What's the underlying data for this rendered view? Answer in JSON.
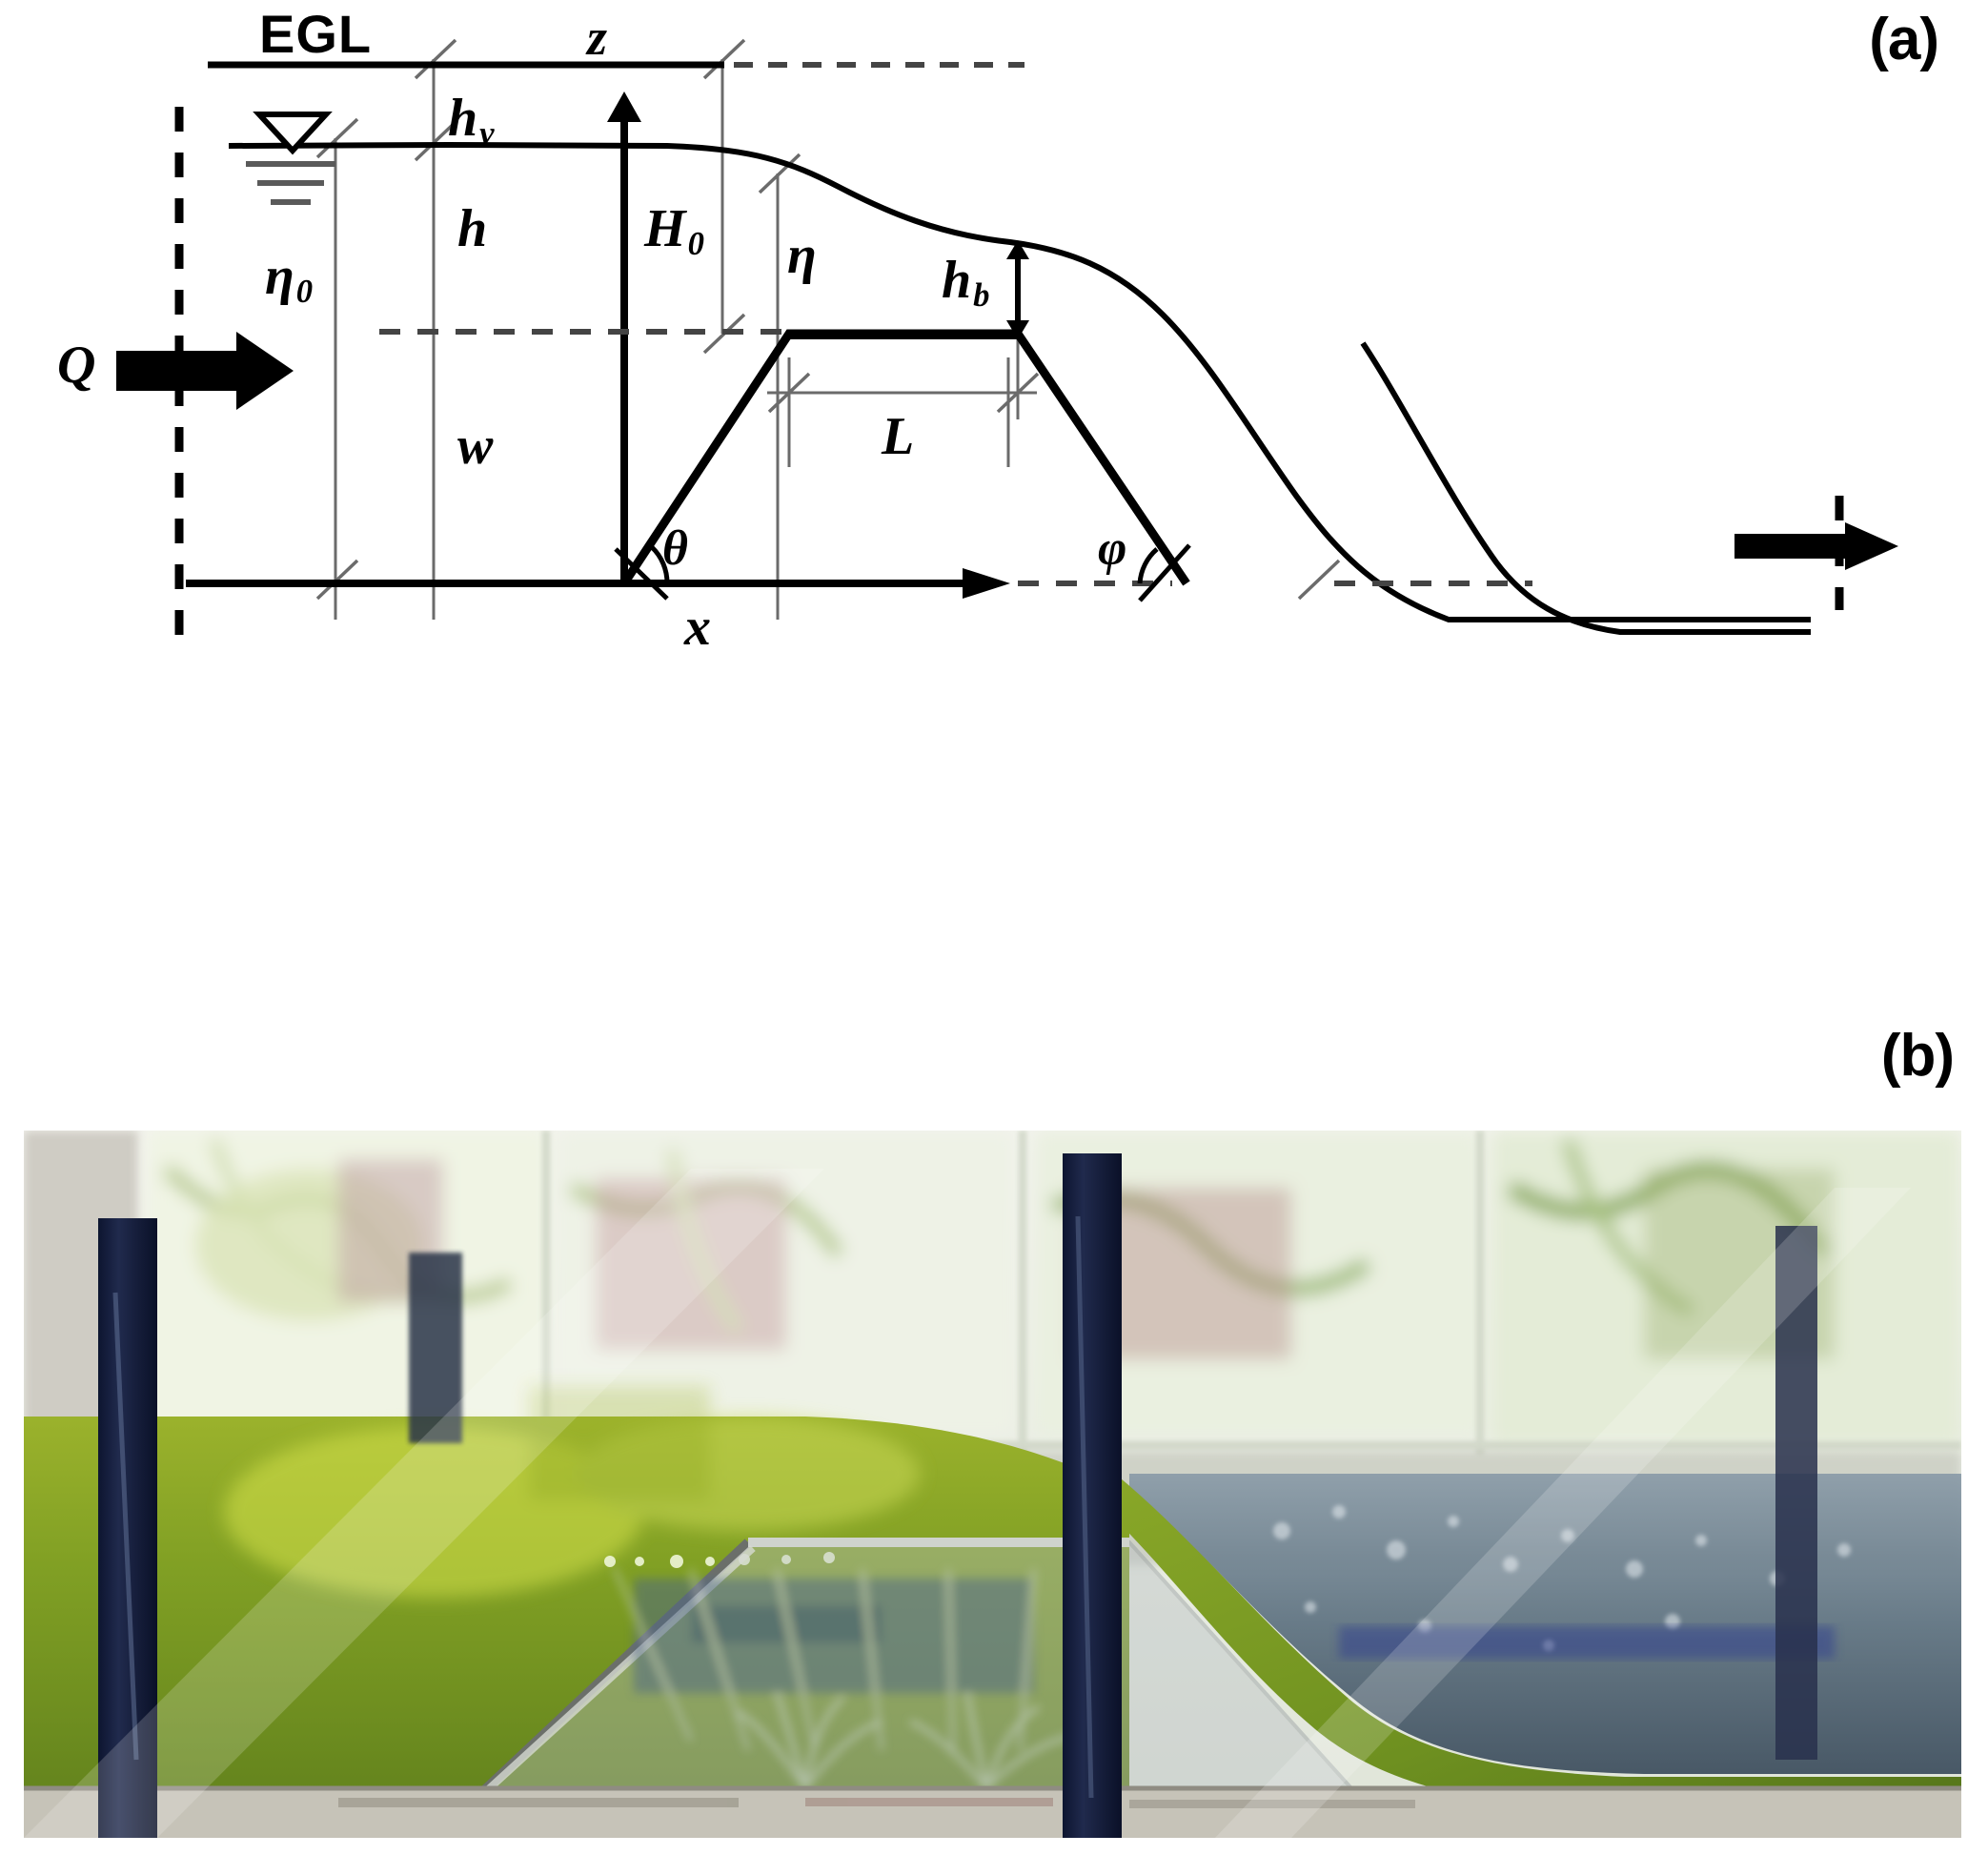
{
  "figure": {
    "panels": [
      {
        "id": "a",
        "label": "(a)",
        "type": "schematic"
      },
      {
        "id": "b",
        "label": "(b)",
        "type": "photograph"
      }
    ]
  },
  "schematic": {
    "labels": {
      "energy_grade_line": "EGL",
      "vertical_axis": "z",
      "horizontal_axis": "x",
      "velocity_head": "h",
      "velocity_head_sub": "v",
      "flow_depth": "h",
      "upstream_water_level": "η",
      "upstream_water_level_sub": "0",
      "total_head": "H",
      "total_head_sub": "0",
      "head_over_crest": "η",
      "brink_depth": "h",
      "brink_depth_sub": "b",
      "weir_height": "w",
      "crest_length": "L",
      "discharge": "Q",
      "upstream_slope_angle": "θ",
      "downstream_slope_angle": "φ"
    },
    "elements": {
      "inflow_arrow": "flow-arrow-right",
      "outflow_arrow": "flow-arrow-right",
      "water_surface_symbol": "inverted-triangle-water-level",
      "weir_shape": "trapezoidal-broad-crested-weir",
      "egl_line_style": "solid-then-dashed",
      "datum_line_style": "dashed",
      "dimension_ticks": "slash-ticks"
    },
    "colors": {
      "line": "#000000",
      "dimension_line": "#6b6b6b",
      "background": "#ffffff"
    }
  },
  "photograph": {
    "description": "Laboratory flume experiment: green dyed water flowing over a trapezoidal broad-crested weir viewed through the glass side wall",
    "features": {
      "water_color": "#7a9b20",
      "frame_posts": "#1c2440",
      "weir_material": "clear acrylic trapezoid",
      "background": "laboratory windows with trees and brick building",
      "flume_floor": "#c9c6bb",
      "nappe": "green overflow jet descending the downstream face"
    }
  }
}
